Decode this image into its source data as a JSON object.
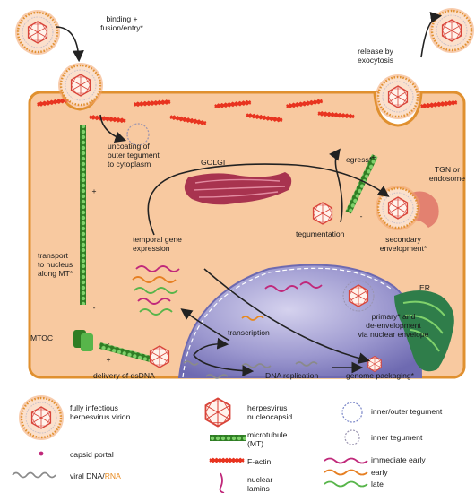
{
  "labels": {
    "binding": "binding +\nfusion/entry*",
    "release": "release by\nexocytosis",
    "uncoating": "uncoating of\nouter tegument\nto cytoplasm",
    "golgi": "GOLGI",
    "egress": "egress*",
    "tgn": "TGN or\nendosome",
    "transport": "transport\nto nucleus\nalong MT*",
    "temporal": "temporal gene\nexpression",
    "tegumentation": "tegumentation",
    "secondary": "secondary\nenvelopment*",
    "er": "ER",
    "mtoc": "MTOC",
    "transcription": "transcription",
    "primary": "primary* and\nde-envelopment\nvia nuclear envelope",
    "delivery": "delivery of dsDNA",
    "dna_replication": "DNA replication",
    "genome_packaging": "genome packaging*",
    "plus": "+",
    "minus": "-"
  },
  "legend": {
    "virion": "fully infectious\nherpesvirus virion",
    "nucleocapsid": "herpesvirus\nnucleocapsid",
    "inner_outer": "inner/outer tegument",
    "inner": "inner tegument",
    "microtubule": "microtubule\n(MT)",
    "portal": "capsid portal",
    "factin": "F-actin",
    "immediate_early": "immediate early",
    "early": "early",
    "late": "late",
    "viral_dna": "viral DNA/",
    "rna": "RNA",
    "lamins": "nuclear\nlamins"
  },
  "colors": {
    "cell_fill": "#f8c9a0",
    "cell_border": "#e0902f",
    "nucleus": "#7d79bd",
    "golgi": "#a8334f",
    "er": "#2f7d4a",
    "tgn": "#e0796a",
    "actin": "#e8331f",
    "microtubule": "#4cae3c",
    "capsid": "#d9453a",
    "immediate_early": "#c0287a",
    "early": "#e67f22",
    "late": "#57b54a",
    "rna": "#e8891d"
  }
}
